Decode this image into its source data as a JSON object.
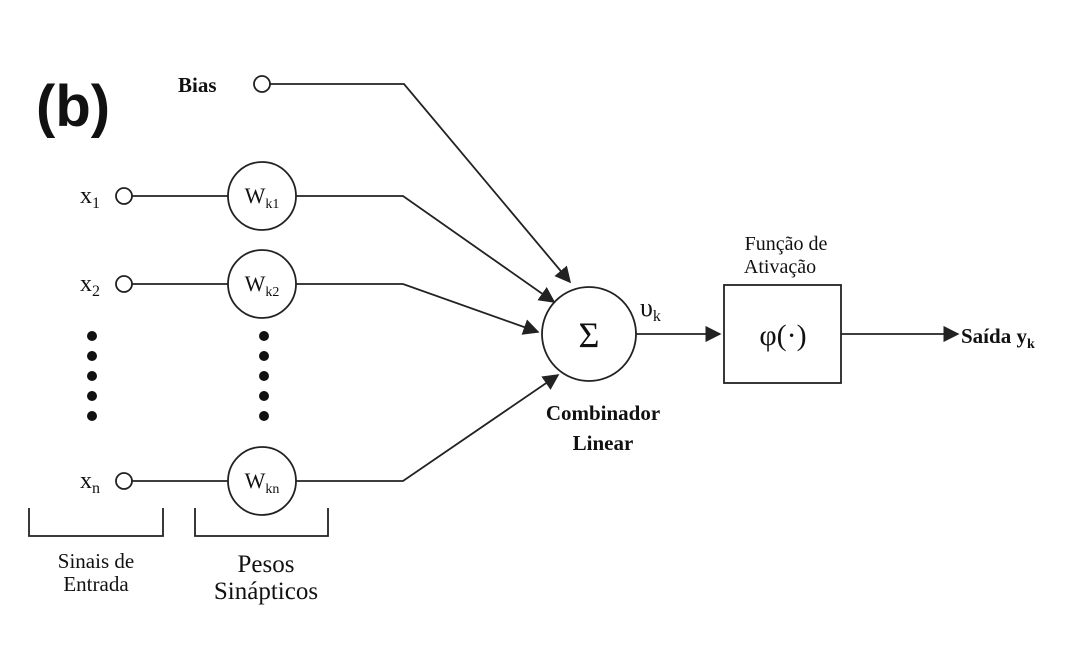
{
  "panel_label": "(b)",
  "bias": {
    "label": "Bias"
  },
  "inputs": [
    {
      "var": "x",
      "sub": "1",
      "weight": "W",
      "weight_sub": "k1"
    },
    {
      "var": "x",
      "sub": "2",
      "weight": "W",
      "weight_sub": "k2"
    },
    {
      "var": "x",
      "sub": "n",
      "weight": "W",
      "weight_sub": "kn"
    }
  ],
  "summation": {
    "symbol": "Σ",
    "caption_line1": "Combinador",
    "caption_line2": "Linear"
  },
  "net": {
    "symbol": "υ",
    "sub": "k"
  },
  "activation": {
    "title_line1": "Função de",
    "title_line2": "Ativação",
    "symbol": "φ(·)"
  },
  "output": {
    "label": "Saída y",
    "sub": "k"
  },
  "brackets": {
    "inputs_line1": "Sinais de",
    "inputs_line2": "Entrada",
    "weights_line1": "Pesos",
    "weights_line2": "Sinápticos"
  }
}
